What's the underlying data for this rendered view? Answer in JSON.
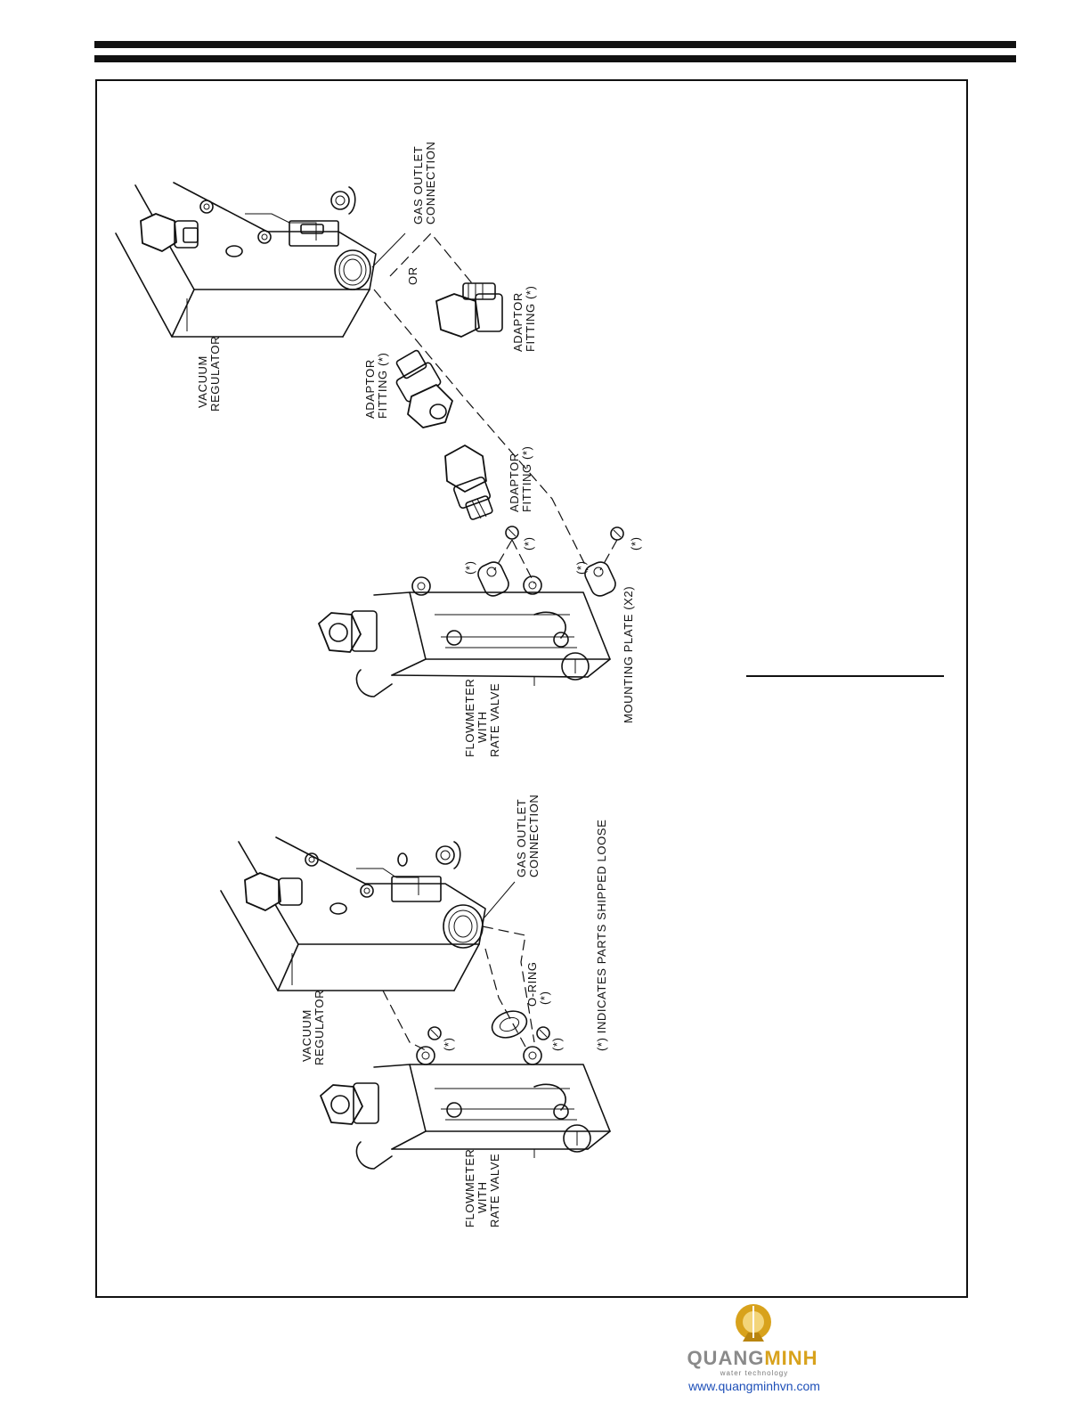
{
  "diagram_a": {
    "vacuum_regulator": [
      "VACUUM",
      "REGULATOR"
    ],
    "gas_outlet": [
      "GAS OUTLET",
      "CONNECTION"
    ],
    "adaptor_upper": [
      "ADAPTOR",
      "FITTING (*)"
    ],
    "adaptor_middle": [
      "ADAPTOR",
      "FITTING (*)"
    ],
    "adaptor_lower": [
      "ADAPTOR",
      "FITTING (*)"
    ],
    "or_label": "OR",
    "flowmeter": [
      "FLOWMETER",
      "WITH",
      "RATE VALVE"
    ],
    "mounting_plate": "MOUNTING PLATE (X2)",
    "asterisk": "(*)"
  },
  "diagram_b": {
    "vacuum_regulator": [
      "VACUUM",
      "REGULATOR"
    ],
    "gas_outlet": [
      "GAS OUTLET",
      "CONNECTION"
    ],
    "o_ring": [
      "O-RING",
      "(*)"
    ],
    "note": "(*) INDICATES PARTS SHIPPED LOOSE",
    "flowmeter": [
      "FLOWMETER",
      "WITH",
      "RATE VALVE"
    ],
    "asterisk": "(*)"
  },
  "logo": {
    "word_part1": "QUANG",
    "word_part2": "MINH",
    "tagline": "water technology",
    "url": "www.quangminhvn.com",
    "color_gold": "#d8a21c",
    "color_gray": "#8a8a8a",
    "color_blue": "#1d4fb8"
  }
}
